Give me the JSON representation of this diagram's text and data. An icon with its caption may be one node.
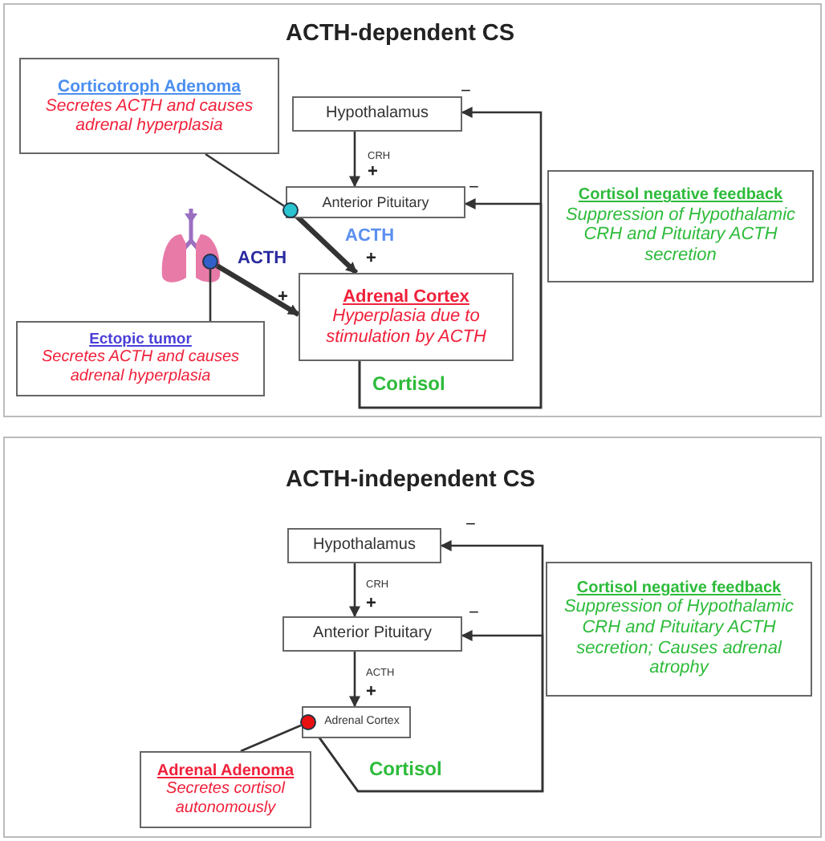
{
  "diagram": {
    "nodes": [
      {
        "text": [
          "Corticotroph Adenoma",
          "Secretes ACTH and causes adrenal hyperplasia"
        ]
      },
      {
        "text": [
          "Hypothalamus"
        ]
      },
      {
        "text": [
          "Anterior Pituitary"
        ]
      },
      {
        "text": [
          "Cortisol negative feedback",
          "Suppression of Hypothalamic CRH and Pituitary ACTH secretion"
        ]
      },
      {
        "text": [],
        "shape": "circle"
      },
      {
        "text": [],
        "shape": "circle"
      },
      {
        "text": [
          "Adrenal Cortex",
          "Hyperplasia due to stimulation by ACTH"
        ]
      },
      {
        "text": [
          "Ectopic tumor",
          "Secretes ACTH and causes adrenal hyperplasia"
        ]
      },
      {
        "text": [
          "Hypothalamus"
        ]
      },
      {
        "text": [
          "Anterior Pituitary"
        ]
      },
      {
        "text": [
          "Cortisol negative feedback",
          "Suppression of Hypothalamic CRH and Pituitary ACTH secretion; Causes adrenal atrophy"
        ]
      },
      {
        "text": [
          "Adrenal Cortex"
        ]
      },
      {
        "text": [],
        "shape": "circle",
        "in": 11
      },
      {
        "text": [
          "Adrenal Adenoma",
          "Secretes cortisol autonomously"
        ]
      }
    ],
    "edges": [
      {
        "from": 1,
        "to": 2,
        "arrow": "to",
        "label": "CRH"
      },
      {
        "from": 0,
        "to": 4,
        "arrow": "none"
      },
      {
        "from": 4,
        "to": 6,
        "arrow": "to",
        "label": "ACTH",
        "style": "thick"
      },
      {
        "from": 7,
        "to": 5,
        "arrow": "none"
      },
      {
        "from": 5,
        "to": 6,
        "arrow": "to",
        "label": "ACTH",
        "style": "thick"
      },
      {
        "from": 6,
        "to": 1,
        "arrow": "to",
        "label": "Cortisol"
      },
      {
        "from": 6,
        "to": 2,
        "arrow": "to"
      },
      {
        "from": 8,
        "to": 9,
        "arrow": "to",
        "label": "CRH"
      },
      {
        "from": 9,
        "to": 11,
        "arrow": "to",
        "label": "ACTH"
      },
      {
        "from": 13,
        "to": 12,
        "arrow": "none"
      },
      {
        "from": 12,
        "to": 8,
        "arrow": "to",
        "label": "Cortisol"
      },
      {
        "from": 12,
        "to": 9,
        "arrow": "to"
      }
    ],
    "labels": [
      "ACTH-dependent CS",
      "+",
      "+",
      "+",
      "−",
      "−",
      "ACTH-independent CS",
      "+",
      "+",
      "−",
      "−"
    ]
  }
}
